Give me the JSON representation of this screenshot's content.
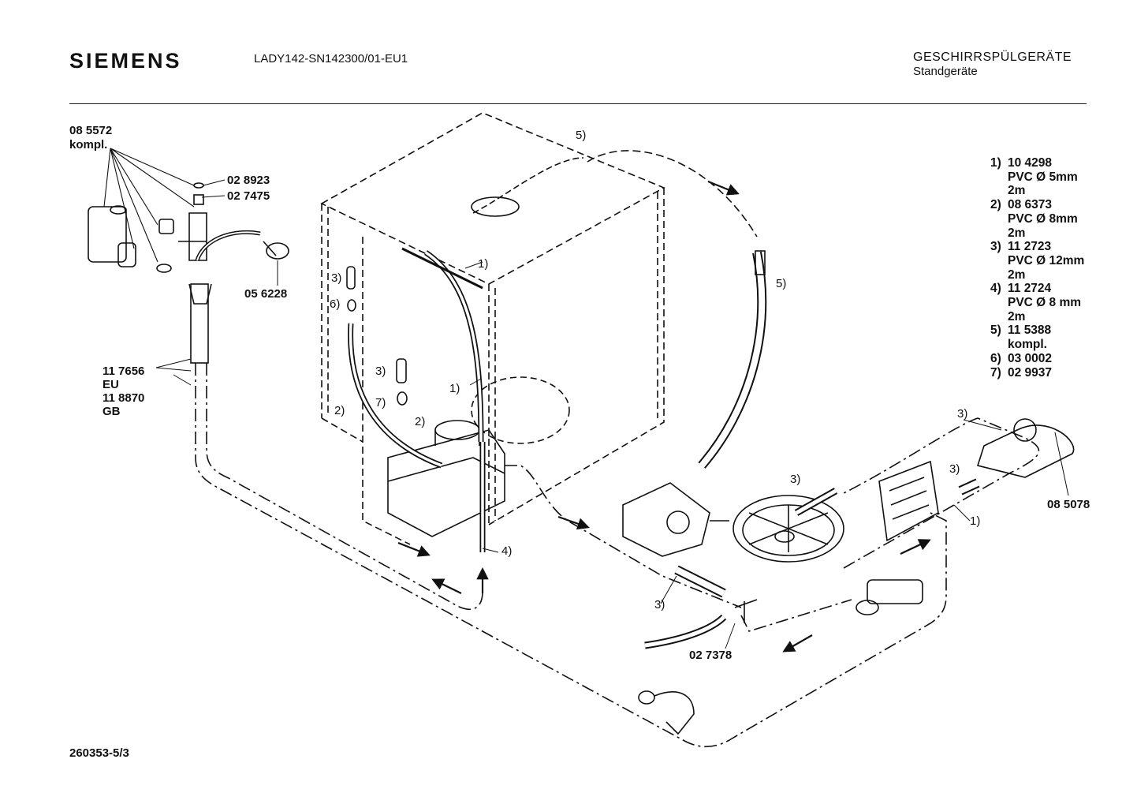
{
  "header": {
    "brand": "SIEMENS",
    "model": "LADY142-SN142300/01-EU1",
    "category_line1": "GESCHIRRSPÜLGERÄTE",
    "category_line2": "Standgeräte"
  },
  "callouts": {
    "valve_set_number": "08 5572",
    "valve_set_suffix": "kompl.",
    "part_028923": "02 8923",
    "part_027475": "02 7475",
    "part_056228": "05 6228",
    "hose_eu_number": "11 7656",
    "hose_eu_suffix": "EU",
    "hose_gb_number": "11 8870",
    "hose_gb_suffix": "GB",
    "part_085078": "08 5078",
    "part_027378": "02 7378"
  },
  "item_markers": {
    "m1": "1)",
    "m2": "1)",
    "m3": "1)",
    "m4": "2)",
    "m5": "2)",
    "m6": "3)",
    "m7": "3)",
    "m8": "3)",
    "m9": "3)",
    "m10": "3)",
    "m11": "3)",
    "m12": "4)",
    "m13": "5)",
    "m14": "5)",
    "m15": "6)",
    "m16": "7)"
  },
  "legend": {
    "items": [
      {
        "key": "1)",
        "number": "10 4298",
        "desc": "PVC Ø 5mm",
        "length": "2m"
      },
      {
        "key": "2)",
        "number": "08 6373",
        "desc": "PVC Ø 8mm",
        "length": "2m"
      },
      {
        "key": "3)",
        "number": "11 2723",
        "desc": "PVC Ø 12mm",
        "length": "2m"
      },
      {
        "key": "4)",
        "number": "11 2724",
        "desc": "PVC Ø 8 mm",
        "length": "2m"
      },
      {
        "key": "5)",
        "number": "11 5388",
        "desc": "kompl."
      },
      {
        "key": "6)",
        "number": "03 0002"
      },
      {
        "key": "7)",
        "number": "02 9937"
      }
    ]
  },
  "footer": {
    "document_number": "260353-5/3"
  }
}
